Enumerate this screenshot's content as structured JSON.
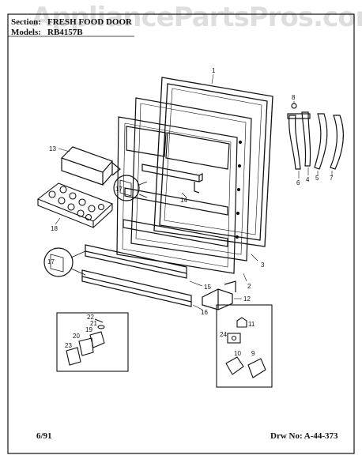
{
  "header": {
    "section_label": "Section:",
    "section_value": "FRESH FOOD DOOR",
    "model_label": "Models:",
    "model_value": "RB4157B",
    "watermark": "AppliancePartsPros.com"
  },
  "footer": {
    "date": "6/91",
    "drawing_no": "Drw No: A-44-373"
  },
  "callouts": {
    "c1": "1",
    "c2": "2",
    "c3": "3",
    "c4": "4",
    "c5": "5",
    "c6": "6",
    "c7": "7",
    "c8": "8",
    "c9": "9",
    "c10": "10",
    "c11": "11",
    "c12": "12",
    "c13": "13",
    "c14": "14",
    "c15": "15",
    "c16": "16",
    "c17a": "17",
    "c17b": "17",
    "c18": "18",
    "c19": "19",
    "c20": "20",
    "c21": "21",
    "c22": "22",
    "c23": "23",
    "c24": "24"
  }
}
